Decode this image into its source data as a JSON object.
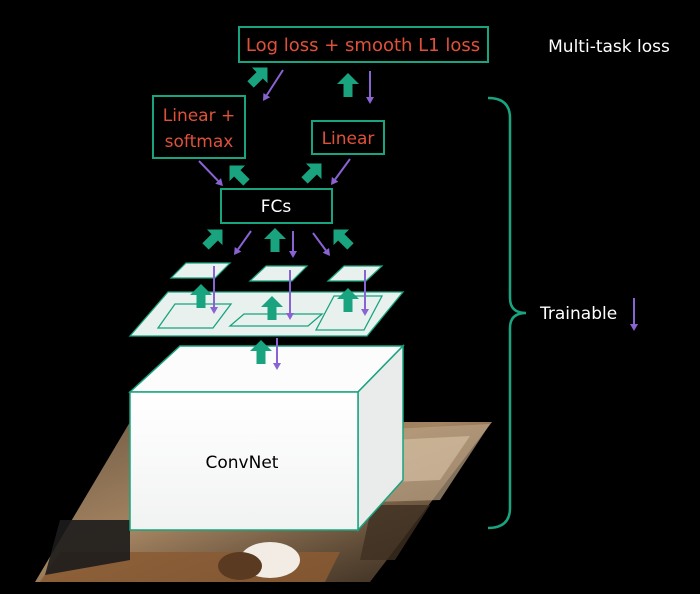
{
  "colors": {
    "background": "#000000",
    "box_border": "#19a37f",
    "loss_text": "#e0513a",
    "white_text": "#ffffff",
    "up_arrow": "#19a37f",
    "down_arrow": "#8a63d2",
    "plane_fill": "#e9f1ee"
  },
  "labels": {
    "multitask": "Multi-task loss",
    "loss_box": "Log loss + smooth L1 loss",
    "linear_softmax_line1": "Linear +",
    "linear_softmax_line2": "softmax",
    "linear": "Linear",
    "fcs": "FCs",
    "trainable": "Trainable",
    "convnet": "ConvNet"
  },
  "icons": {
    "up": "thick-up-arrow-icon",
    "down": "thin-down-arrow-icon"
  }
}
